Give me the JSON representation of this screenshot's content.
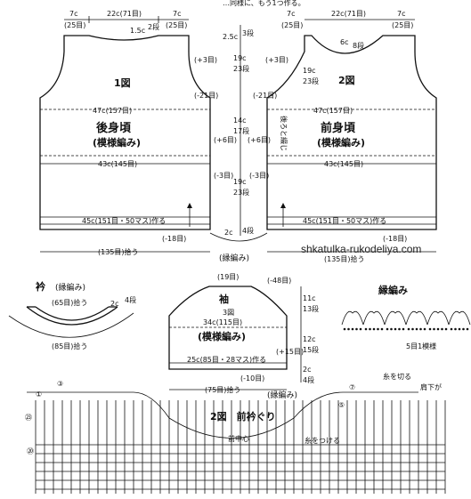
{
  "header_note": "…同様に、もう1つ作る。",
  "back": {
    "title": "1図",
    "name": "後身頃",
    "pattern": "(模様編み)",
    "w_top_left": "7c",
    "w_top_left_st": "(25目)",
    "w_top_mid": "22c(71目)",
    "w_top_right": "7c",
    "w_top_right_st": "(25目)",
    "neck": "1.5c",
    "neck_rows": "2段",
    "chest": "47c(157目)",
    "waist": "43c(145目)",
    "hem": "45c(151目・50マス)作る",
    "dec": "(-18目)",
    "pickup": "(135目)拾う",
    "s_plus3": "(+3目)",
    "s_minus21": "(-21目)",
    "s_plus6": "(+6目)",
    "s_minus3": "(-3目)"
  },
  "front": {
    "title": "2図",
    "name": "前身頃",
    "pattern": "(模様編み)",
    "w_top_left": "7c",
    "w_top_left_st": "(25目)",
    "w_top_mid": "22c(71目)",
    "w_top_right": "7c",
    "w_top_right_st": "(25目)",
    "neck_depth": "6c",
    "neck_rows": "8段",
    "chest": "47c(157目)",
    "waist": "43c(145目)",
    "hem": "45c(151目・50マス)作る",
    "dec": "(-18目)",
    "pickup": "(135目)拾う",
    "seam": "後ろと綴じ",
    "s_plus3": "(+3目)",
    "rows_19": "19c",
    "rows_23": "23段",
    "s_minus21": "(-21目)",
    "s_plus6": "(+6目)",
    "s_minus3": "(-3目)"
  },
  "center": {
    "c25": "2.5c",
    "c25_rows": "3段",
    "c19a": "19c",
    "c23a": "23段",
    "c14": "14c",
    "c17": "17段",
    "c19b": "19c",
    "c23b": "23段",
    "c2": "2c",
    "c4": "4段",
    "edge": "(縁編み)"
  },
  "collar": {
    "title": "衿",
    "pattern": "(縁編み)",
    "top": "(65目)拾う",
    "bottom": "(85目)拾う",
    "h": "2c",
    "h_rows": "4段"
  },
  "sleeve": {
    "name": "袖",
    "fig": "3図",
    "pattern": "(模様編み)",
    "top": "(19目)",
    "top_dec": "(-48目)",
    "w": "34c(115目)",
    "cuff": "25c(85目・28マス)作る",
    "pickup": "(75目)拾う",
    "dec": "(-10目)",
    "edge": "(縁編み)",
    "h11": "11c",
    "h13": "13段",
    "h12": "12c",
    "h15": "15段",
    "h2": "2c",
    "h4": "4段",
    "plus15": "(+15目)"
  },
  "edging": {
    "title": "縁編み",
    "repeat": "5目1模様"
  },
  "chart": {
    "title": "2図　前衿ぐり",
    "center": "前中心",
    "cut": "糸を切る",
    "attach": "糸をつける",
    "shoulder": "肩下が",
    "row1": "①",
    "row5": "⑤",
    "row7": "⑦",
    "row20": "⑳",
    "row23": "㉓",
    "row3": "③"
  },
  "watermark": "shkatulka-rukodeliya.com"
}
